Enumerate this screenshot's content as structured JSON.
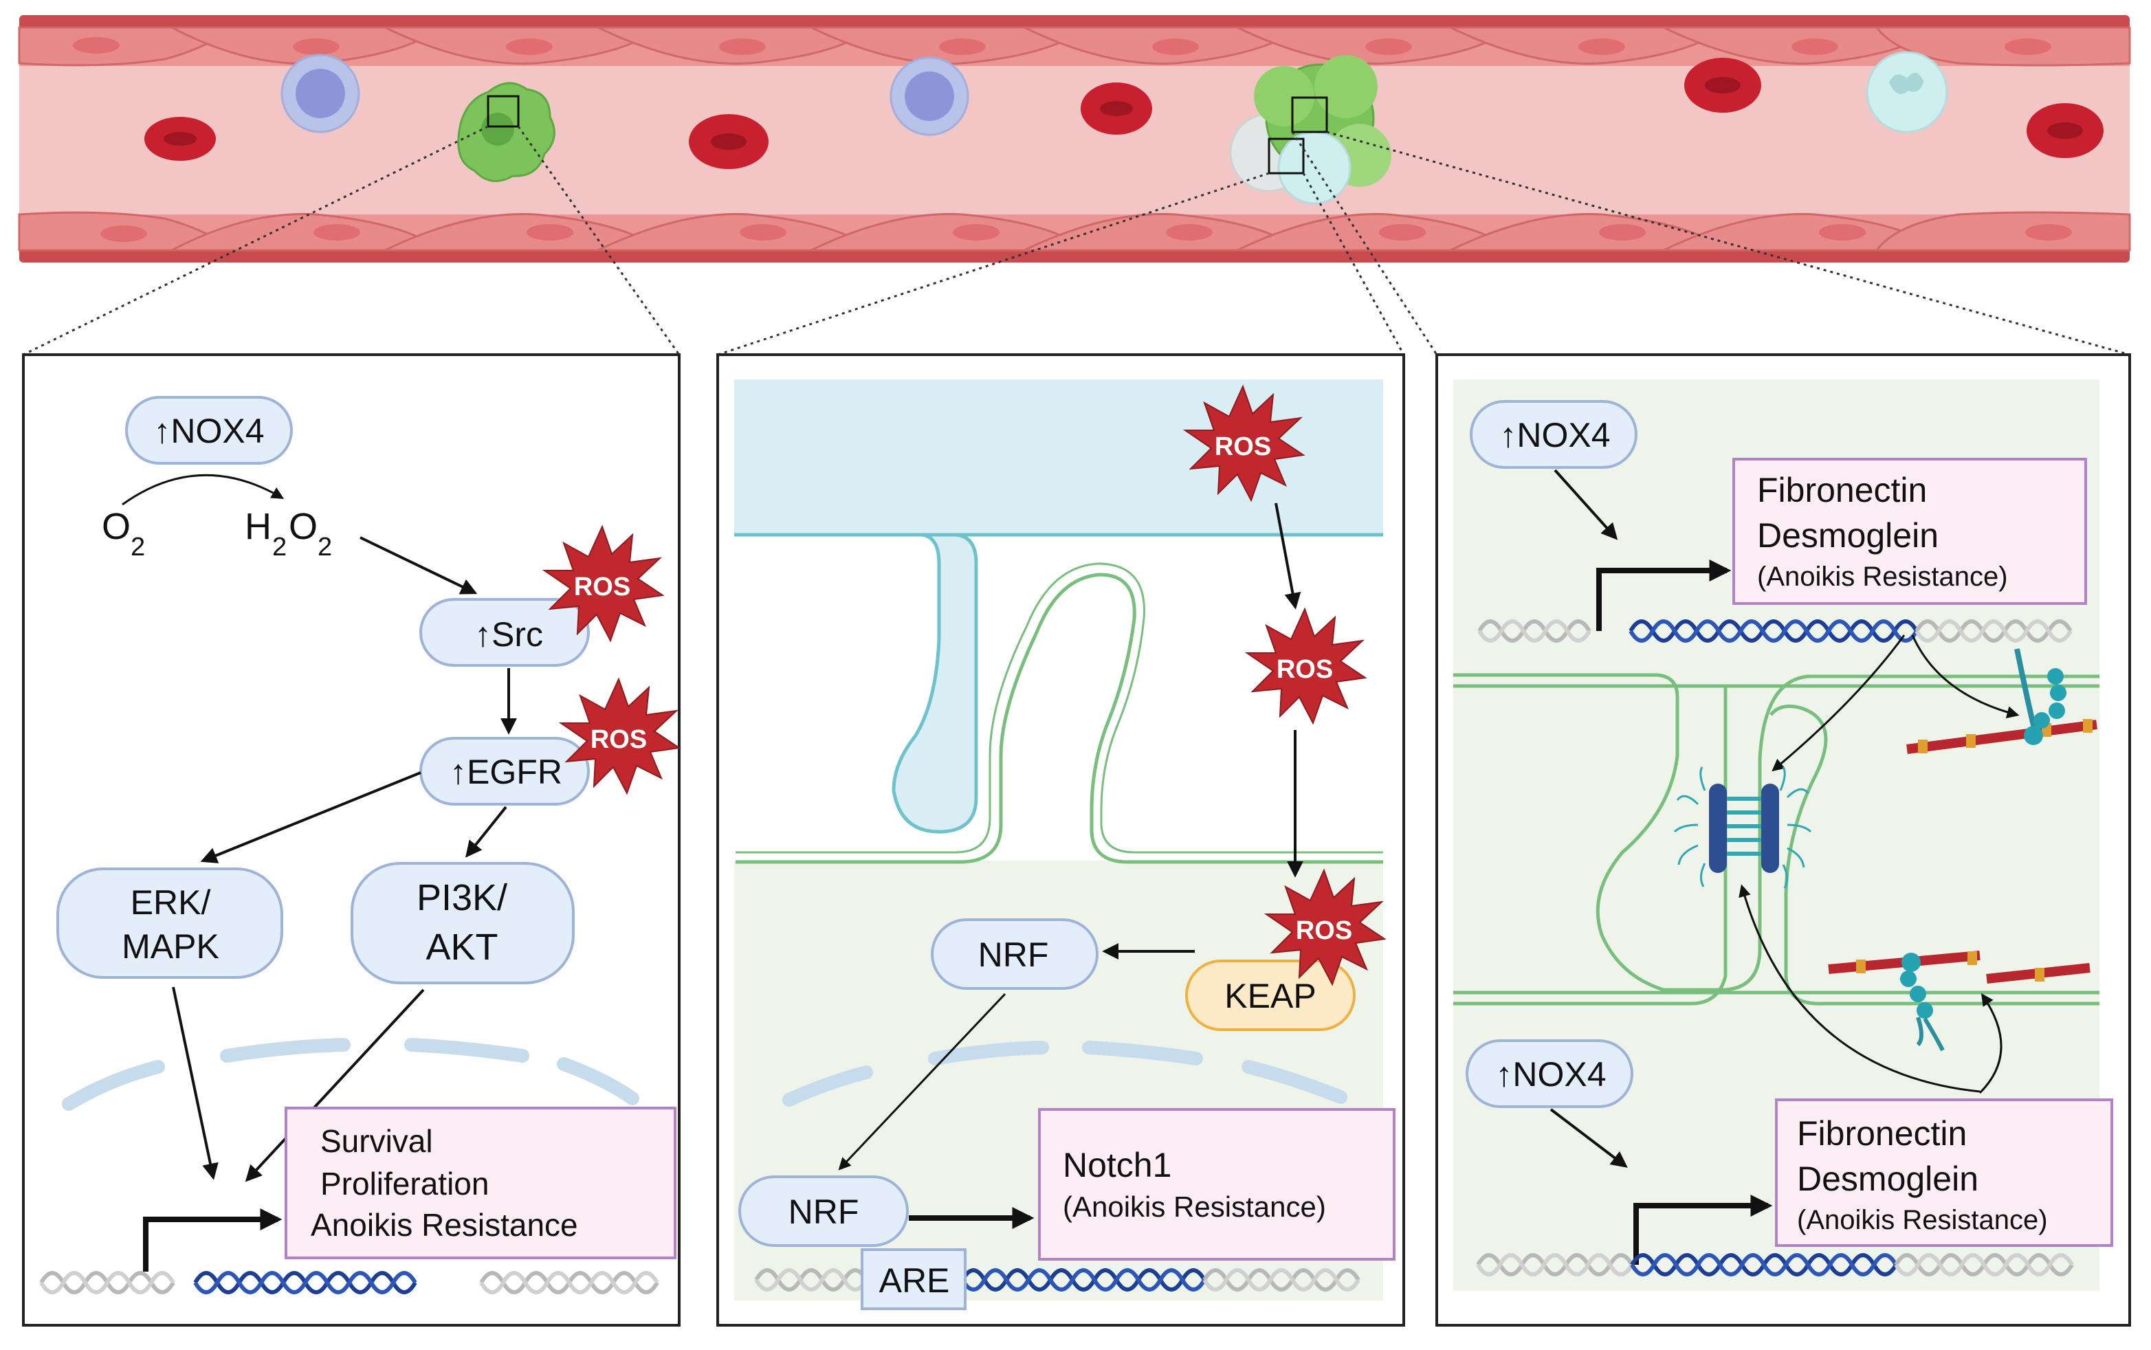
{
  "labels": {
    "ros": "ROS",
    "o2": "O",
    "o2_sub": "2",
    "h2o2_h": "H",
    "h2o2_sub1": "2",
    "h2o2_o": "O",
    "h2o2_sub2": "2"
  },
  "panel_left": {
    "nox4": "↑NOX4",
    "src": "↑Src",
    "egfr": "↑EGFR",
    "erk_line1": "ERK/",
    "erk_line2": "MAPK",
    "pi3k_line1": "PI3K/",
    "pi3k_line2": "AKT",
    "outcome_line1": "Survival",
    "outcome_line2": "Proliferation",
    "outcome_line3": "Anoikis Resistance"
  },
  "panel_middle": {
    "nrf_top": "NRF",
    "keap": "KEAP",
    "nrf_bottom": "NRF",
    "are": "ARE",
    "notch_line1": "Notch1",
    "notch_line2": "(Anoikis Resistance)"
  },
  "panel_right": {
    "nox4_top": "↑NOX4",
    "nox4_bottom": "↑NOX4",
    "top_line1": "Fibronectin",
    "top_line2": "Desmoglein",
    "top_line3": "(Anoikis Resistance)",
    "bottom_line1": "Fibronectin",
    "bottom_line2": "Desmoglein",
    "bottom_line3": "(Anoikis Resistance)"
  },
  "colors": {
    "vessel_wall": "#c94a4f",
    "vessel_lumen": "#f2c2c2",
    "endothelium": "#e98a8a",
    "red_cell": "#c8202e",
    "tumor_cell": "#7cc45a",
    "node_fill": "#e4eefb",
    "node_stroke": "#9db4d8",
    "outcome_fill": "#fdeef5",
    "outcome_stroke": "#b283c4",
    "ros": "#c0282d",
    "keap_fill": "#fdebc8",
    "keap_stroke": "#f0b040",
    "dna_dark": "#1c3f94",
    "membrane": "#78bf7e",
    "cytoplasm": "#eff4ea",
    "extracellular": "#d9eef4"
  }
}
